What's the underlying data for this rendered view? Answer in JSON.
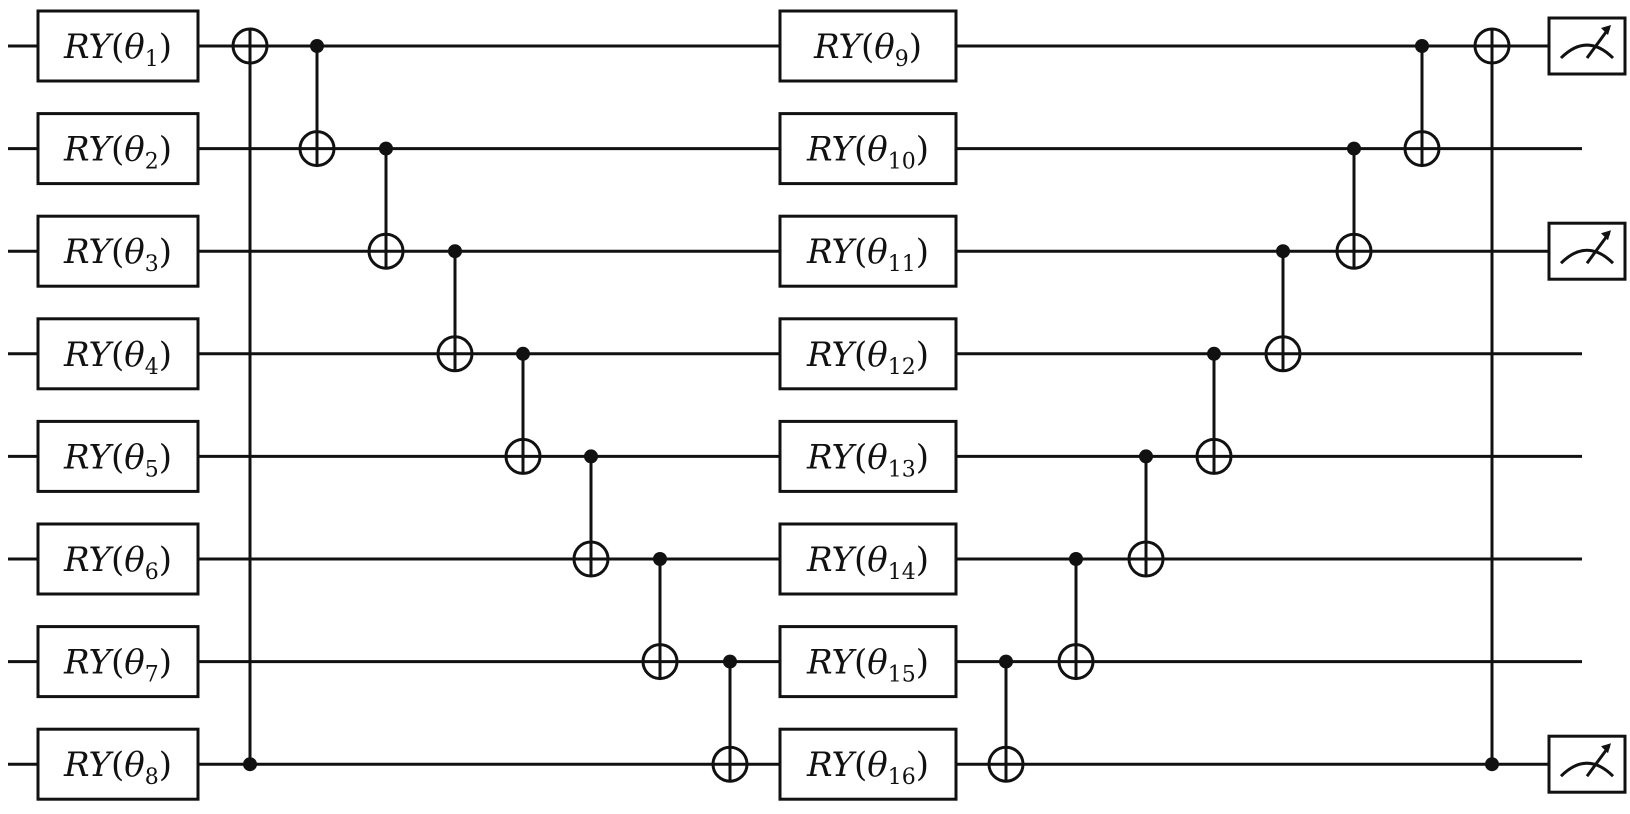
{
  "circuit": {
    "wire_count": 8,
    "rotation_layers": [
      {
        "gates": [
          {
            "wire": 0,
            "name": "RY",
            "param": "θ",
            "index": "1"
          },
          {
            "wire": 1,
            "name": "RY",
            "param": "θ",
            "index": "2"
          },
          {
            "wire": 2,
            "name": "RY",
            "param": "θ",
            "index": "3"
          },
          {
            "wire": 3,
            "name": "RY",
            "param": "θ",
            "index": "4"
          },
          {
            "wire": 4,
            "name": "RY",
            "param": "θ",
            "index": "5"
          },
          {
            "wire": 5,
            "name": "RY",
            "param": "θ",
            "index": "6"
          },
          {
            "wire": 6,
            "name": "RY",
            "param": "θ",
            "index": "7"
          },
          {
            "wire": 7,
            "name": "RY",
            "param": "θ",
            "index": "8"
          }
        ]
      },
      {
        "gates": [
          {
            "wire": 0,
            "name": "RY",
            "param": "θ",
            "index": "9"
          },
          {
            "wire": 1,
            "name": "RY",
            "param": "θ",
            "index": "10"
          },
          {
            "wire": 2,
            "name": "RY",
            "param": "θ",
            "index": "11"
          },
          {
            "wire": 3,
            "name": "RY",
            "param": "θ",
            "index": "12"
          },
          {
            "wire": 4,
            "name": "RY",
            "param": "θ",
            "index": "13"
          },
          {
            "wire": 5,
            "name": "RY",
            "param": "θ",
            "index": "14"
          },
          {
            "wire": 6,
            "name": "RY",
            "param": "θ",
            "index": "15"
          },
          {
            "wire": 7,
            "name": "RY",
            "param": "θ",
            "index": "16"
          }
        ]
      }
    ],
    "cnot_block_1": [
      {
        "control": 7,
        "target": 0
      },
      {
        "control": 0,
        "target": 1
      },
      {
        "control": 1,
        "target": 2
      },
      {
        "control": 2,
        "target": 3
      },
      {
        "control": 3,
        "target": 4
      },
      {
        "control": 4,
        "target": 5
      },
      {
        "control": 5,
        "target": 6
      },
      {
        "control": 6,
        "target": 7
      }
    ],
    "cnot_block_2": [
      {
        "control": 6,
        "target": 7
      },
      {
        "control": 5,
        "target": 6
      },
      {
        "control": 4,
        "target": 5
      },
      {
        "control": 3,
        "target": 4
      },
      {
        "control": 2,
        "target": 3
      },
      {
        "control": 1,
        "target": 2
      },
      {
        "control": 0,
        "target": 1
      },
      {
        "control": 7,
        "target": 0
      }
    ],
    "measured_wires": [
      0,
      2,
      7
    ]
  }
}
